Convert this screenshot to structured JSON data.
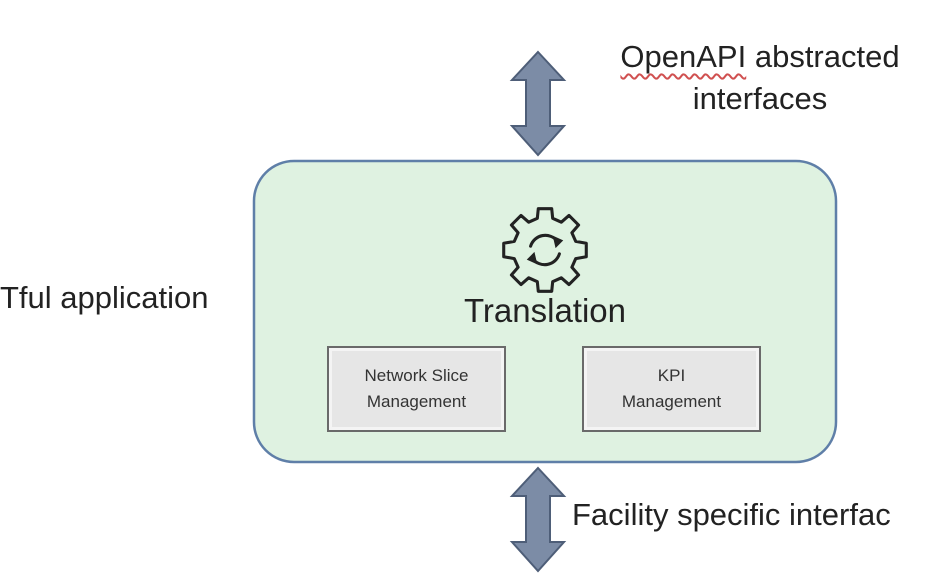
{
  "labels": {
    "top_openapi": "OpenAPI",
    "top_rest": " abstracted",
    "top_line2": "interfaces",
    "left": "Tful application",
    "bottom": "Facility specific interfac"
  },
  "translation_block": {
    "title": "Translation",
    "components": [
      {
        "line1": "Network Slice",
        "line2": "Management"
      },
      {
        "line1": "KPI",
        "line2": "Management"
      }
    ]
  },
  "colors": {
    "block_fill": "#dff2e1",
    "block_border": "#5f7fa8",
    "arrow_fill": "#7c8ca6",
    "arrow_stroke": "#4e5e78",
    "component_fill": "#e6e6e6"
  },
  "icons": {
    "gear": "gear-refresh-icon"
  }
}
